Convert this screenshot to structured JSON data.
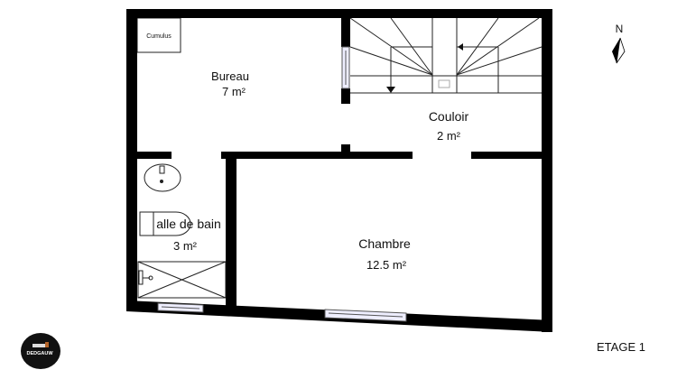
{
  "plan": {
    "level_label": "ETAGE 1",
    "compass_label": "N",
    "logo_text": "DEDGAUW",
    "rooms": [
      {
        "name": "Bureau",
        "area": "7 m²"
      },
      {
        "name": "Couloir",
        "area": "2 m²"
      },
      {
        "name": "alle de bain",
        "area": "3 m²"
      },
      {
        "name": "Chambre",
        "area": "12.5 m²"
      }
    ],
    "fixtures": {
      "cumulus": "Cumulus"
    },
    "colors": {
      "wall": "#000000",
      "background": "#ffffff",
      "window": "#e8e8f0"
    }
  }
}
